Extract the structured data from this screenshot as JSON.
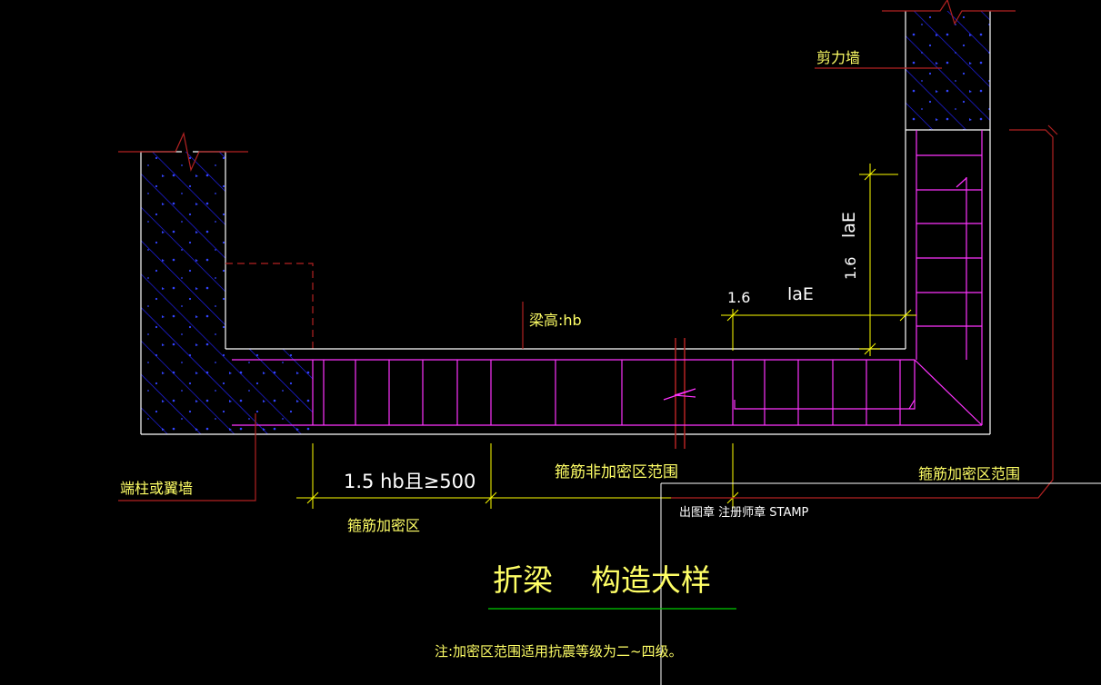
{
  "labels": {
    "shear_wall": "剪力墙",
    "end_column": "端柱或翼墙",
    "beam_height": "梁高:hb",
    "dim_1p6_h": "1.6",
    "dim_laE_h": "laE",
    "dim_1p6_v": "1.6",
    "dim_laE_v": "laE",
    "dense_length": "1.5 hb且≥500",
    "dense_zone": "箍筋加密区",
    "non_dense_zone": "箍筋非加密区范围",
    "dense_range": "箍筋加密区范围",
    "stamp": "出图章  注册师章  STAMP",
    "title": "折梁    构造大样",
    "note": "注:加密区范围适用抗震等级为二~四级。"
  },
  "colors": {
    "background": "#000000",
    "concrete_outline": "#ffffff",
    "hatch": "#2222ff",
    "rebar": "#ff33ff",
    "dimension": "#ffff00",
    "leader": "#b22222",
    "title_underline": "#00cc00",
    "text": "#ffff66",
    "stamp_text": "#ffffff"
  }
}
